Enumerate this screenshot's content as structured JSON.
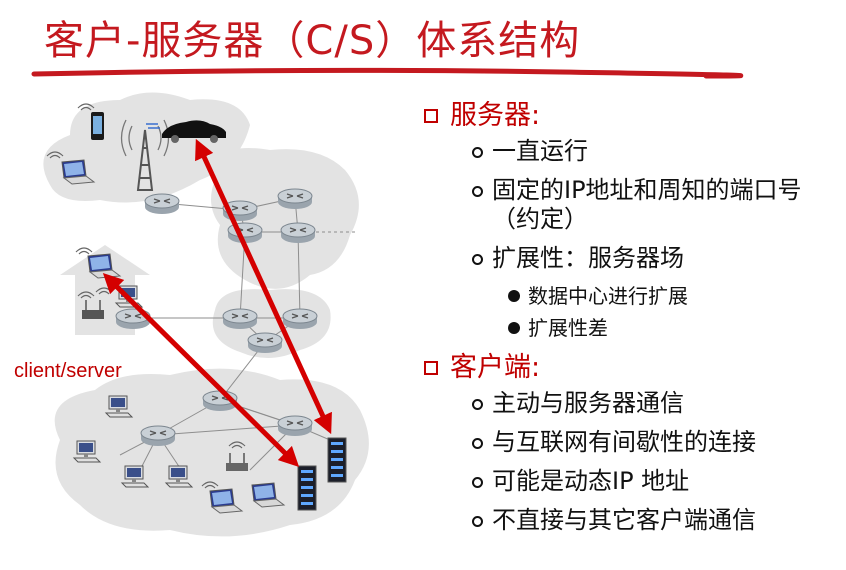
{
  "title": "客户-服务器（C/S）体系结构",
  "diagram": {
    "label": "client/server",
    "colors": {
      "arrow": "#d40000",
      "cloud": "#e3e3e3",
      "router": "#bfc7cf"
    }
  },
  "sections": [
    {
      "heading": "服务器:",
      "items": [
        {
          "text": "一直运行"
        },
        {
          "text": "固定的IP地址和周知的端口号（约定）"
        },
        {
          "text": "扩展性：服务器场",
          "subitems": [
            "数据中心进行扩展",
            "扩展性差"
          ]
        }
      ]
    },
    {
      "heading": "客户端:",
      "items": [
        {
          "text": "主动与服务器通信"
        },
        {
          "text": "与互联网有间歇性的连接"
        },
        {
          "text": "可能是动态IP 地址"
        },
        {
          "text": "不直接与其它客户端通信"
        }
      ]
    }
  ],
  "sub_icon": "numbered-circle-bullet-icon"
}
